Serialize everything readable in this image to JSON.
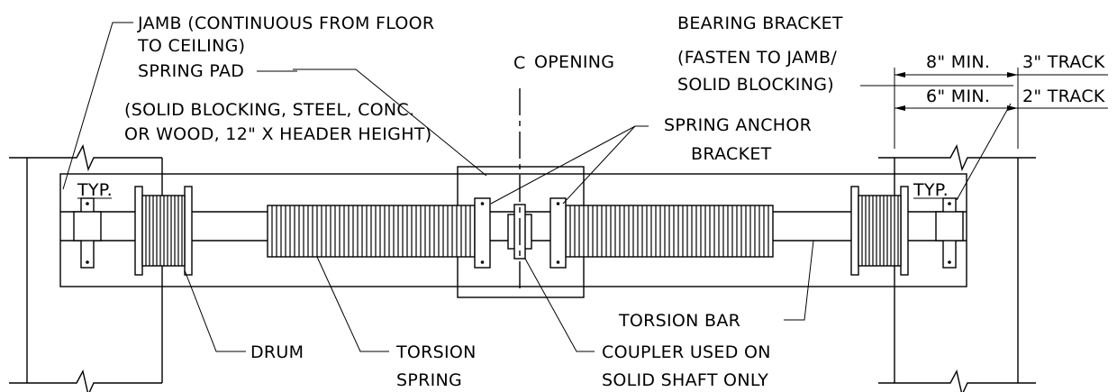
{
  "labels": {
    "jamb_1": "JAMB (CONTINUOUS FROM FLOOR",
    "jamb_2": "TO CEILING)",
    "spring_pad_1": "SPRING PAD",
    "spring_pad_2": "(SOLID BLOCKING, STEEL, CONC.",
    "spring_pad_3": "OR WOOD, 12\" X HEADER HEIGHT)",
    "center_symbol": "C",
    "opening": "OPENING",
    "bearing_bracket_1": "BEARING BRACKET",
    "bearing_bracket_2": "(FASTEN TO JAMB/",
    "bearing_bracket_3": "SOLID BLOCKING)",
    "spring_anchor_1": "SPRING ANCHOR",
    "spring_anchor_2": "BRACKET",
    "typ_left": "TYP.",
    "typ_right": "TYP.",
    "torsion_bar": "TORSION BAR",
    "drum": "DRUM",
    "torsion_spring_1": "TORSION",
    "torsion_spring_2": "SPRING",
    "coupler_1": "COUPLER USED ON",
    "coupler_2": "SOLID SHAFT ONLY"
  },
  "dimensions": {
    "dim_8_min": "8\" MIN.",
    "dim_6_min": "6\" MIN.",
    "track_3": "3\" TRACK",
    "track_2": "2\" TRACK"
  }
}
